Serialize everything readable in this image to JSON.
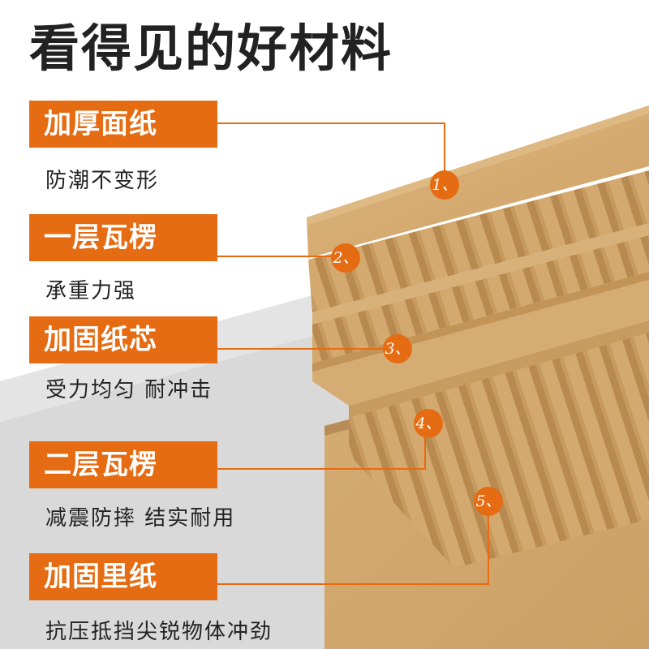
{
  "title": "看得见的好材料",
  "layers": [
    {
      "number": "1、",
      "name": "加厚面纸",
      "description": "防潮不变形"
    },
    {
      "number": "2、",
      "name": "一层瓦楞",
      "description": "承重力强"
    },
    {
      "number": "3、",
      "name": "加固纸芯",
      "description": "受力均匀 耐冲击"
    },
    {
      "number": "4、",
      "name": "二层瓦楞",
      "description": "减震防摔 结实耐用"
    },
    {
      "number": "5、",
      "name": "加固里纸",
      "description": "抗压抵挡尖锐物体冲劲"
    }
  ],
  "colors": {
    "accent": "#e56c12",
    "kraft": "#d7ae74",
    "kraft_dark": "#b98b52",
    "background_gray": "#d8d8d8",
    "text": "#222222"
  }
}
